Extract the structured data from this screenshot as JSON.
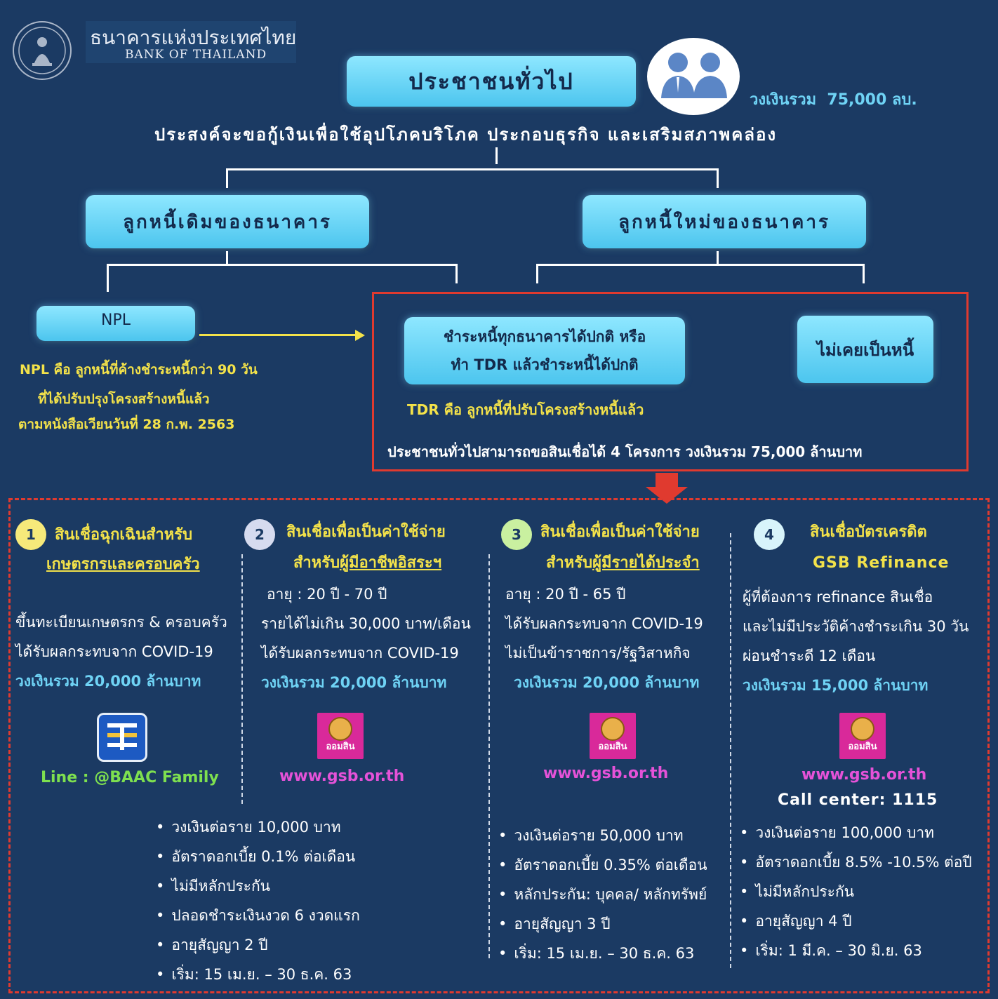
{
  "header": {
    "bank_name_th": "ธนาคารแห่งประเทศไทย",
    "bank_name_en": "BANK OF THAILAND",
    "top_box": "ประชาชนทั่วไป",
    "total_budget": "วงเงินรวม  75,000 ลบ.",
    "purpose": "ประสงค์จะขอกู้เงินเพื่อใช้อุปโภคบริโภค ประกอบธุรกิจ และเสริมสภาพคล่อง"
  },
  "branches": {
    "existing": "ลูกหนี้เดิมของธนาคาร",
    "new": "ลูกหนี้ใหม่ของธนาคาร"
  },
  "npl": {
    "box": "NPL",
    "note_line1": "NPL คือ ลูกหนี้ที่ค้างชำระหนี้กว่า 90 วัน",
    "note_line2": "ที่ได้ปรับปรุงโครงสร้างหนี้แล้ว",
    "note_line3": "ตามหนังสือเวียนวันที่ 28 ก.พ. 2563"
  },
  "eligible": {
    "box_line1": "ชำระหนี้ทุกธนาคารได้ปกติ หรือ",
    "box_line2": "ทำ TDR แล้วชำระหนี้ได้ปกติ",
    "never_debt": "ไม่เคยเป็นหนี้",
    "tdr_note": "TDR คือ ลูกหนี้ที่ปรับโครงสร้างหนี้แล้ว",
    "summary": "ประชาชนทั่วไปสามารถขอสินเชื่อได้ 4 โครงการ วงเงินรวม 75,000 ล้านบาท"
  },
  "programs": [
    {
      "number": "1",
      "title_line1": "สินเชื่อฉุกเฉินสำหรับ",
      "title_line2": "เกษตรกรและครอบครัว",
      "info": [
        "ขึ้นทะเบียนเกษตรกร & ครอบครัว",
        "ได้รับผลกระทบจาก COVID-19"
      ],
      "budget": "วงเงินรวม 20,000 ล้านบาท",
      "contact": "Line : @BAAC Family",
      "bullets": [
        "วงเงินต่อราย 10,000 บาท",
        "อัตราดอกเบี้ย 0.1% ต่อเดือน",
        "ไม่มีหลักประกัน",
        "ปลอดชำระเงินงวด 6 งวดแรก",
        "อายุสัญญา 2 ปี",
        "เริ่ม: 15 เม.ย. – 30 ธ.ค. 63"
      ]
    },
    {
      "number": "2",
      "title_line1": "สินเชื่อเพื่อเป็นค่าใช้จ่าย",
      "title_prefix": "สำหรับ",
      "title_line2": "ผู้มีอาชีพอิสระฯ",
      "info": [
        "อายุ : 20 ปี -  70 ปี",
        "รายได้ไม่เกิน 30,000 บาท/เดือน",
        "ได้รับผลกระทบจาก COVID-19"
      ],
      "budget": "วงเงินรวม 20,000 ล้านบาท",
      "contact": "www.gsb.or.th",
      "logo_text": "ออมสิน"
    },
    {
      "number": "3",
      "title_line1": "สินเชื่อเพื่อเป็นค่าใช้จ่าย",
      "title_prefix": "สำหรับ",
      "title_line2": "ผู้มีรายได้ประจำ",
      "info": [
        "อายุ : 20 ปี -  65 ปี",
        "ได้รับผลกระทบจาก COVID-19",
        "ไม่เป็นข้าราชการ/รัฐวิสาหกิจ"
      ],
      "budget": "วงเงินรวม 20,000 ล้านบาท",
      "contact": "www.gsb.or.th",
      "logo_text": "ออมสิน",
      "bullets": [
        "วงเงินต่อราย 50,000 บาท",
        "อัตราดอกเบี้ย 0.35% ต่อเดือน",
        "หลักประกัน: บุคคล/ หลักทรัพย์",
        "อายุสัญญา 3 ปี",
        "เริ่ม: 15 เม.ย. – 30 ธ.ค. 63"
      ]
    },
    {
      "number": "4",
      "title_line1": "สินเชื่อบัตรเครดิต",
      "title_line2": "GSB Refinance",
      "info": [
        "ผู้ที่ต้องการ refinance สินเชื่อ",
        "และไม่มีประวัติค้างชำระเกิน 30 วัน",
        "ผ่อนชำระดี 12 เดือน"
      ],
      "budget": "วงเงินรวม 15,000 ล้านบาท",
      "contact": "www.gsb.or.th",
      "call_center": "Call center: 1115",
      "logo_text": "ออมสิน",
      "bullets": [
        "วงเงินต่อราย 100,000 บาท",
        "อัตราดอกเบี้ย 8.5% -10.5% ต่อปี",
        "ไม่มีหลักประกัน",
        "อายุสัญญา 4 ปี",
        "เริ่ม: 1 มี.ค. – 30 มิ.ย. 63"
      ]
    }
  ],
  "colors": {
    "background": "#1b3a63",
    "box": "#5ccdf2",
    "highlight_yellow": "#f3e24a",
    "red_frame": "#e03a2f",
    "link_pink": "#e552d8",
    "green": "#7ee04f",
    "circle1": "#f6e97a",
    "circle2": "#d6dbef",
    "circle3": "#c9f0a0",
    "circle4": "#d8f4fb"
  }
}
